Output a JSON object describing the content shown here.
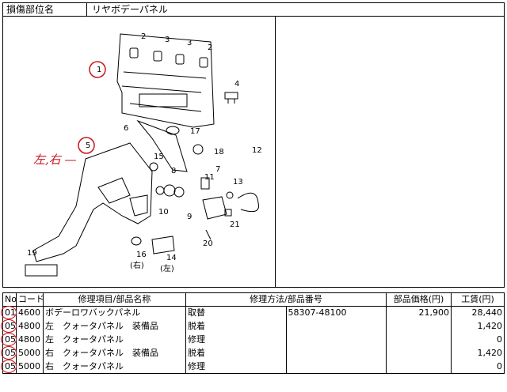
{
  "header": {
    "label": "損傷部位名",
    "value": "リヤボデーパネル"
  },
  "diagram": {
    "callouts": [
      "1",
      "2",
      "3",
      "3",
      "2",
      "4",
      "5",
      "6",
      "17",
      "15",
      "18",
      "12",
      "8",
      "7",
      "13",
      "11",
      "10",
      "9",
      "21",
      "20",
      "16",
      "14",
      "19"
    ],
    "sublabels": [
      "(右)",
      "(左)"
    ],
    "handwritten_note": "左,右 —",
    "stroke_color": "#000000",
    "annotation_color": "#c8141e"
  },
  "table": {
    "headers": [
      "No.",
      "コード",
      "修理項目/部品名称",
      "修理方法/部品番号",
      "部品価格(円)",
      "工賃(円)"
    ],
    "rows": [
      {
        "no": "01",
        "code": "4600",
        "name": "ボデーロワバックパネル",
        "method": "取替",
        "part": "58307-48100",
        "price": "21,900",
        "labor": "28,440"
      },
      {
        "no": "05",
        "code": "4800",
        "name": "左　クォータパネル　装備品",
        "method": "脱着",
        "part": "",
        "price": "",
        "labor": "1,420"
      },
      {
        "no": "05",
        "code": "4800",
        "name": "左　クォータパネル",
        "method": "修理",
        "part": "",
        "price": "",
        "labor": "0"
      },
      {
        "no": "05",
        "code": "5000",
        "name": "右　クォータパネル　装備品",
        "method": "脱着",
        "part": "",
        "price": "",
        "labor": "1,420"
      },
      {
        "no": "05",
        "code": "5000",
        "name": "右　クォータパネル",
        "method": "修理",
        "part": "",
        "price": "",
        "labor": "0"
      }
    ]
  }
}
